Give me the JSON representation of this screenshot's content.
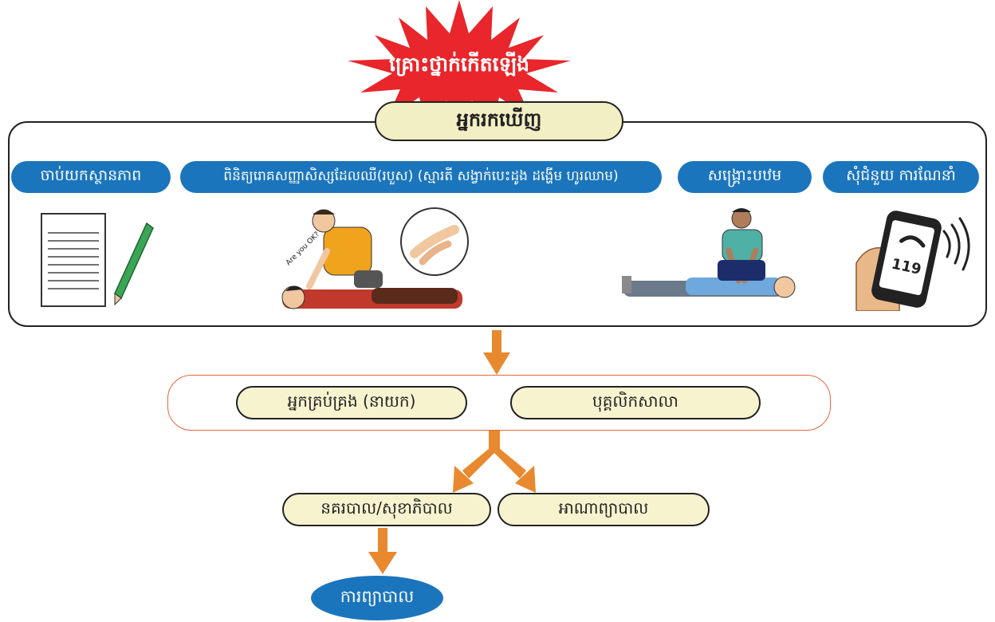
{
  "burst": {
    "label": "គ្រោះថ្នាក់កើតឡើង",
    "color": "#e8262b"
  },
  "finder": {
    "label": "អ្នករកឃើញ"
  },
  "actions": [
    {
      "label": "ចាប់យកស្ថានភាព"
    },
    {
      "label": "ពិនិត្យរោគសញ្ញាសិស្សដែលឈឺ(របួស) (ស្មារតី សង្វាក់បេះដូង ដង្ហើម ហូរឈាម)"
    },
    {
      "label": "សង្គ្រោះបឋម"
    },
    {
      "label": "សុំជំនួយ ការណែនាំ"
    }
  ],
  "illustrations": {
    "speech_text": "Are you OK?",
    "phone_number": "119"
  },
  "contacts": {
    "manager": "អ្នកគ្រប់គ្រង (នាយក)",
    "school_staff": "បុគ្គលិកសាលា"
  },
  "services": {
    "police_health": "នគរបាល/សុខាភិបាល",
    "medical": "អាណាព្យាបាល"
  },
  "result": {
    "label": "ការព្យាបាល"
  },
  "colors": {
    "accent_blue": "#1b75bc",
    "arrow_orange": "#e8892f",
    "cream": "#f7f3cf",
    "border_orange": "#e8673a"
  }
}
